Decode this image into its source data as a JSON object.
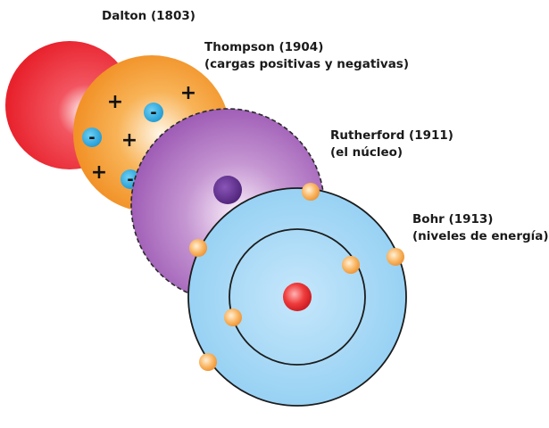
{
  "models": {
    "dalton": {
      "title": "Dalton (1803)",
      "color": "#e8222d"
    },
    "thompson": {
      "title": "Thompson (1904)",
      "subtitle": "(cargas positivas y negativas)",
      "color": "#f39a2e",
      "positive_sign": "+",
      "negative_sign": "-"
    },
    "rutherford": {
      "title": "Rutherford (1911)",
      "subtitle": "(el núcleo)",
      "color": "#a162b8",
      "nucleus_color": "#5b2a86"
    },
    "bohr": {
      "title": "Bohr (1913)",
      "subtitle": "(niveles de energía)",
      "color": "#8ecdf2",
      "nucleus_color": "#e8222d",
      "electron_color": "#f7a94a"
    }
  }
}
